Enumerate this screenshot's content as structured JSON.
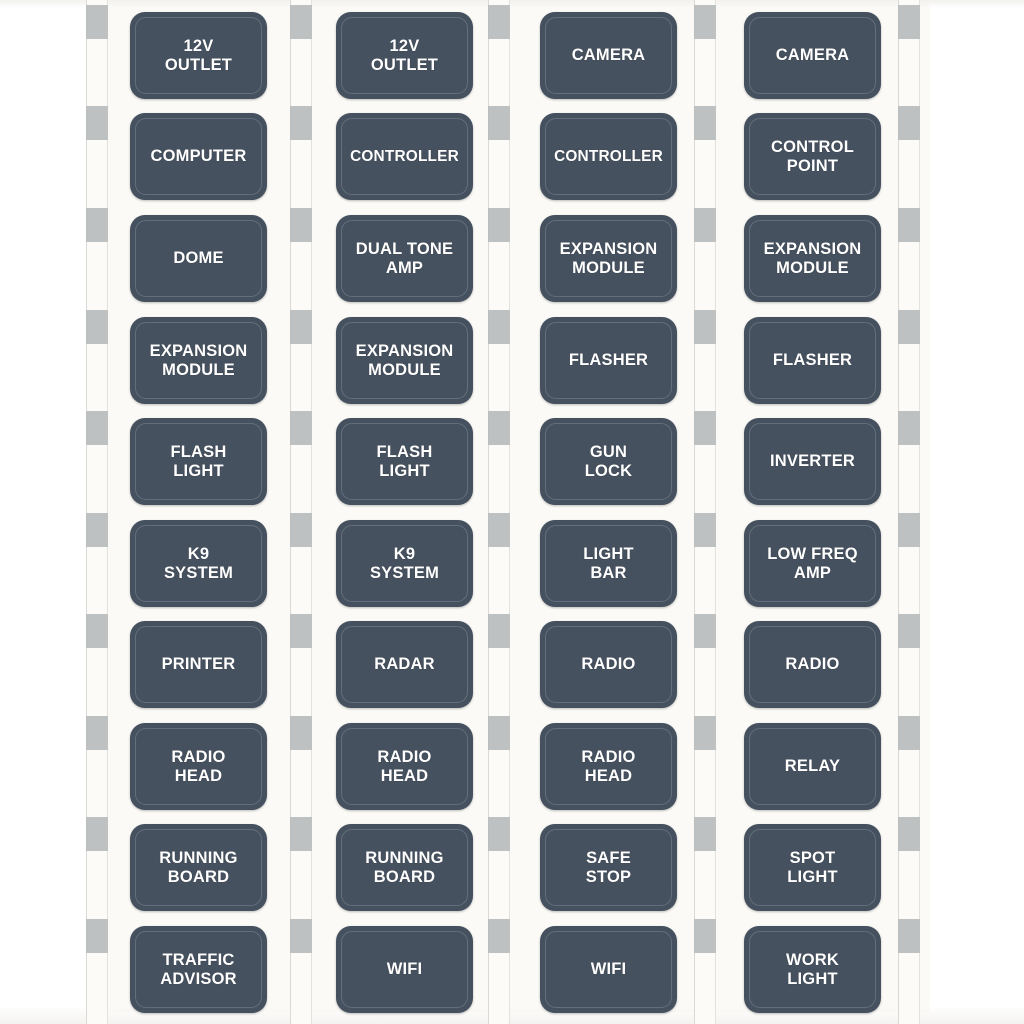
{
  "sheet": {
    "title": "Vehicle Switch Panel Label Sheet",
    "label_bg_color": "#46515f",
    "label_text_color": "#ffffff",
    "backing_color": "#fbfaf6",
    "perforation_color": "#b9bcbd",
    "rows": 10,
    "columns": 4,
    "total_labels": 40
  },
  "columns": [
    {
      "index": 1,
      "labels": [
        {
          "text": "12V\nOUTLET",
          "lines": 2
        },
        {
          "text": "COMPUTER",
          "lines": 1
        },
        {
          "text": "DOME",
          "lines": 1
        },
        {
          "text": "EXPANSION\nMODULE",
          "lines": 2
        },
        {
          "text": "FLASH\nLIGHT",
          "lines": 2
        },
        {
          "text": "K9\nSYSTEM",
          "lines": 2
        },
        {
          "text": "PRINTER",
          "lines": 1
        },
        {
          "text": "RADIO\nHEAD",
          "lines": 2
        },
        {
          "text": "RUNNING\nBOARD",
          "lines": 2
        },
        {
          "text": "TRAFFIC\nADVISOR",
          "lines": 2
        }
      ]
    },
    {
      "index": 2,
      "labels": [
        {
          "text": "12V\nOUTLET",
          "lines": 2
        },
        {
          "text": "CONTROLLER",
          "lines": 1
        },
        {
          "text": "DUAL TONE\nAMP",
          "lines": 2
        },
        {
          "text": "EXPANSION\nMODULE",
          "lines": 2
        },
        {
          "text": "FLASH\nLIGHT",
          "lines": 2
        },
        {
          "text": "K9\nSYSTEM",
          "lines": 2
        },
        {
          "text": "RADAR",
          "lines": 1
        },
        {
          "text": "RADIO\nHEAD",
          "lines": 2
        },
        {
          "text": "RUNNING\nBOARD",
          "lines": 2
        },
        {
          "text": "WIFI",
          "lines": 1
        }
      ]
    },
    {
      "index": 3,
      "labels": [
        {
          "text": "CAMERA",
          "lines": 1
        },
        {
          "text": "CONTROLLER",
          "lines": 1
        },
        {
          "text": "EXPANSION\nMODULE",
          "lines": 2
        },
        {
          "text": "FLASHER",
          "lines": 1
        },
        {
          "text": "GUN\nLOCK",
          "lines": 2
        },
        {
          "text": "LIGHT\nBAR",
          "lines": 2
        },
        {
          "text": "RADIO",
          "lines": 1
        },
        {
          "text": "RADIO\nHEAD",
          "lines": 2
        },
        {
          "text": "SAFE\nSTOP",
          "lines": 2
        },
        {
          "text": "WIFI",
          "lines": 1
        }
      ]
    },
    {
      "index": 4,
      "labels": [
        {
          "text": "CAMERA",
          "lines": 1
        },
        {
          "text": "CONTROL\nPOINT",
          "lines": 2
        },
        {
          "text": "EXPANSION\nMODULE",
          "lines": 2
        },
        {
          "text": "FLASHER",
          "lines": 1
        },
        {
          "text": "INVERTER",
          "lines": 1
        },
        {
          "text": "LOW FREQ\nAMP",
          "lines": 2
        },
        {
          "text": "RADIO",
          "lines": 1
        },
        {
          "text": "RELAY",
          "lines": 1
        },
        {
          "text": "SPOT\nLIGHT",
          "lines": 2
        },
        {
          "text": "WORK\nLIGHT",
          "lines": 2
        }
      ]
    }
  ],
  "layout": {
    "column_x": [
      130,
      336,
      540,
      744
    ],
    "row_y": [
      12,
      113,
      215,
      317,
      418,
      520,
      621,
      723,
      824,
      926
    ],
    "label_width": 137,
    "label_height": 87,
    "gutter_x": [
      86,
      290,
      488,
      694,
      898
    ],
    "gutter_width": 22,
    "perf_height": 34,
    "perf_y": [
      5,
      106,
      208,
      310,
      411,
      513,
      614,
      716,
      817,
      919
    ]
  }
}
